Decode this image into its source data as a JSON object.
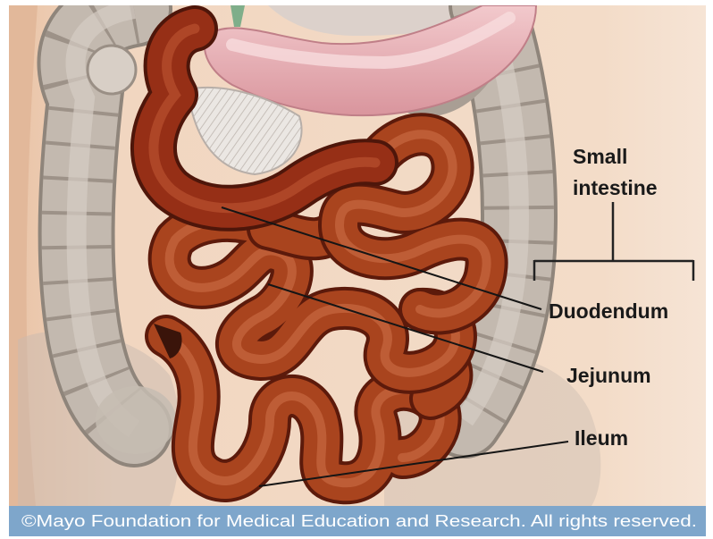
{
  "figure": {
    "labels": {
      "small_intestine": {
        "line1": "Small",
        "line2": "intestine"
      },
      "duodenum": "Duodendum",
      "jejunum": "Jejunum",
      "ileum": "Ileum"
    },
    "credit": "©Mayo Foundation for Medical Education and Research. All rights reserved."
  },
  "colors": {
    "intestine": "#a9441e",
    "banner": "#7ea6cb",
    "label_text": "#1a1a1a"
  }
}
